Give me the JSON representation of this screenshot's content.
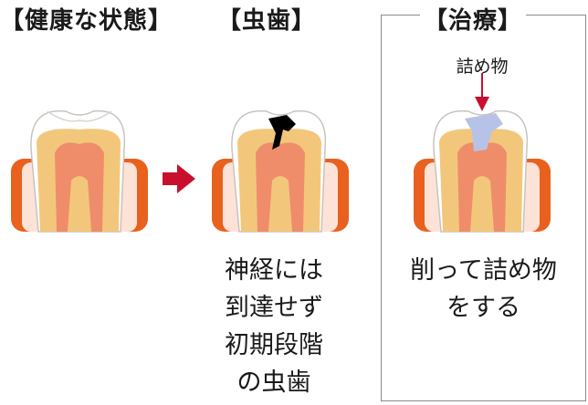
{
  "headings": {
    "healthy": "【健康な状態】",
    "cavity": "【虫歯】",
    "treatment": "【治療】"
  },
  "cavity_desc": [
    "神経には",
    "到達せず",
    "初期段階",
    "の虫歯"
  ],
  "treatment_desc": [
    "削って詰め物",
    "をする"
  ],
  "filling_label": "詰め物",
  "colors": {
    "enamel": "#ffffff",
    "enamel_outline": "#c9c3bd",
    "dentin": "#f2c77c",
    "pulp": "#ef8d6a",
    "gum": "#e8611f",
    "gum_inner": "#fde3d7",
    "arrow": "#c8102e",
    "decay": "#000000",
    "filling": "#b7c3e6"
  }
}
